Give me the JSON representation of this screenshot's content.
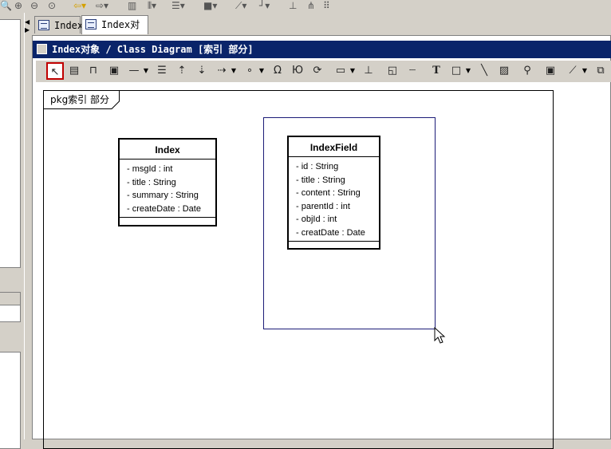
{
  "tabs": [
    {
      "label": "Index",
      "active": false
    },
    {
      "label": "Index对象",
      "active": true
    }
  ],
  "diagram": {
    "window_title": "Index对象 / Class Diagram [索引 部分]"
  },
  "package": {
    "label": "pkg索引 部分"
  },
  "classes": [
    {
      "name": "Index",
      "attributes": [
        "- msgId : int",
        "- title : String",
        "- summary : String",
        "- createDate : Date"
      ]
    },
    {
      "name": "IndexField",
      "attributes": [
        "- id : String",
        "- title : String",
        "- content : String",
        "- parentId : int",
        "- objId : int",
        "- creatDate : Date"
      ]
    }
  ],
  "palette": {
    "items": [
      "selection-tool",
      "class-tool",
      "package-tool",
      "model-tool",
      "association-tool",
      "containment-tool",
      "generalization-tool",
      "realization-tool",
      "dependency-tool",
      "interface-tool",
      "port-tool",
      "usage-tool",
      "instance-tool",
      "component-tool",
      "note-anchor-tool",
      "comment-tool",
      "text-tool",
      "rectangle-tool",
      "line-tool",
      "image-tool",
      "path-tool",
      "frame-tool",
      "connector-tool"
    ]
  },
  "colors": {
    "title_bar": "#0a246a",
    "selection_border": "#1c1c78",
    "selected_tool_border": "#c00000"
  }
}
